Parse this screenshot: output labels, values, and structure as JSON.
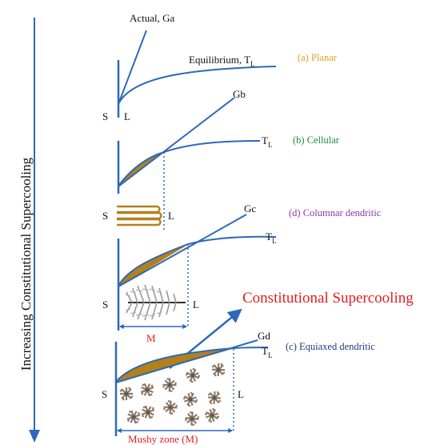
{
  "side_label": "Increasing Constitutional Supercooling",
  "colors": {
    "curve": "#2e68b8",
    "fill": "#b3801a",
    "planar": "#d9a22a",
    "cellular": "#1e8a3a",
    "columnar": "#8a3aa8",
    "equiaxed": "#1f3a7a",
    "red": "#e01e1e",
    "dark": "#111111"
  },
  "panel_a": {
    "actual": "Actual, Ga",
    "equilibrium": "Equilibrium, T",
    "equilibrium_sub": "L",
    "s": "S",
    "l": "L",
    "label": "(a) Planar"
  },
  "panel_b": {
    "g": "Gb",
    "t": "T",
    "t_sub": "L",
    "s": "S",
    "l": "L",
    "label": "(b) Cellular"
  },
  "panel_d": {
    "g": "Gc",
    "t": "T",
    "t_sub": "L",
    "s": "S",
    "l": "L",
    "m": "M",
    "label": "(d) Columnar dendritic"
  },
  "panel_c": {
    "g": "Gd",
    "t": "T",
    "t_sub": "L",
    "s": "S",
    "l": "L",
    "mushy": "Mushy zone (M)",
    "label": "(c) Equiaxed dendritic"
  },
  "constitutional": "Constitutional Supercooling"
}
